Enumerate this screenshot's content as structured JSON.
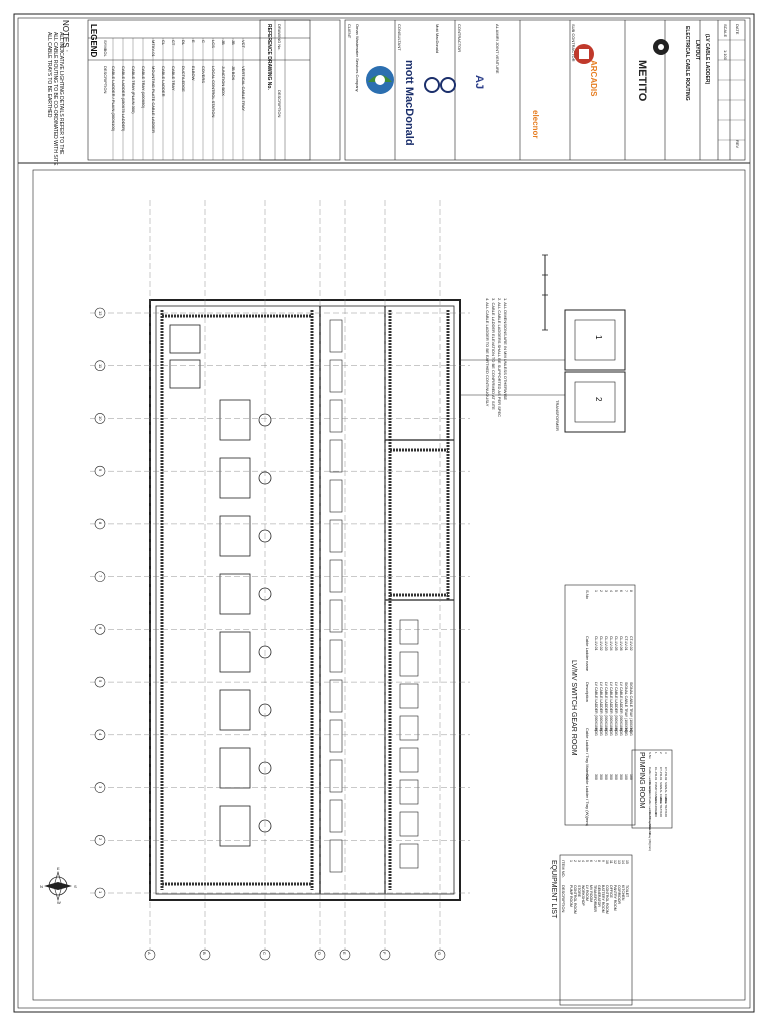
{
  "notes": {
    "title": "NOTES :",
    "lines": [
      "ALL INDICATIVE LIGHTING DETAILS REFER TO THE",
      "ALL CABLE ROUTING TO BE CO-ORDINATED WITH SITE",
      "ALL CABLE TRAYS TO BE EARTHED"
    ]
  },
  "legend": {
    "title": "LEGEND",
    "col_symbol": "SYMBOL",
    "col_description": "DESCRIPTION",
    "rows": [
      {
        "symbol": "",
        "text": "CABLE LADDER / PLAIN (300X100)"
      },
      {
        "symbol": "",
        "text": "CABLE LADDER (150X75 LADDER)"
      },
      {
        "symbol": "",
        "text": "CABLE TRAY (PLAIN 300)"
      },
      {
        "symbol": "",
        "text": "CABLE TRAY (100X50)"
      },
      {
        "symbol": "MTXV-01",
        "text": "MOUNTING PLATE CABLE LADDER"
      },
      {
        "symbol": "CL",
        "text": "CABLE LADDER"
      },
      {
        "symbol": "CT",
        "text": "CABLE TRAY"
      },
      {
        "symbol": "DL",
        "text": "DUCT/LEDGE"
      },
      {
        "symbol": "E",
        "text": "ELBOW"
      },
      {
        "symbol": "C",
        "text": "COVERS"
      },
      {
        "symbol": "LCS",
        "text": "LOCAL CONTROL STATION"
      },
      {
        "symbol": "JB",
        "text": "JUNCTION BOX"
      },
      {
        "symbol": "JB",
        "text": "JB BOX"
      },
      {
        "symbol": "VCT",
        "text": "VERTICAL CABLE TRAY"
      }
    ]
  },
  "reference": {
    "title": "REFERENCE DRAWING No.",
    "col_no": "DRAWING No.",
    "col_desc": "DESCRIPTION"
  },
  "client": {
    "label": "CLIENT",
    "name": "Oman Wastewater Services Company"
  },
  "consultant": {
    "label": "CONSULTANT",
    "name": "Mott MacDonald",
    "logo_text": "mott MacDonald"
  },
  "contractor": {
    "label": "CONTRACTOR",
    "name": "elecnor",
    "logo_text": "AJ",
    "sub": "AL AMIRI JOINT VENTURE"
  },
  "subcontractor": {
    "label": "SUB CONTRACTOR",
    "name": "ARCADIS",
    "name2": "METITO"
  },
  "title_block": {
    "drawing_title_1": "ELECTRICAL CABLE ROUTING",
    "drawing_title_2": "LAYOUT",
    "drawing_title_3": "(LV CABLE LADDER)",
    "scale_label": "SCALE",
    "scale_value": "1:100",
    "date_label": "DATE",
    "rev_label": "REV"
  },
  "rooms": {
    "lv_switchgear_room": "LV/MV SWITCH GEAR ROOM",
    "pumping_room": "PUMPING ROOM",
    "transformer_1": "1",
    "transformer_2": "2",
    "transformer_label": "TRANSFORMER"
  },
  "lv_table": {
    "headers": [
      "S.No",
      "Cable Ladder name",
      "Description",
      "Cable Ladder / Tray Material",
      "Cable Ladder / Tray (W)(mm)"
    ],
    "rows": [
      [
        "1",
        "CL-LV-01",
        "LV CABLE LADDER (300X100)",
        "HDG",
        "300"
      ],
      [
        "2",
        "CL-LV-02",
        "LV CABLE LADDER (300X100)",
        "HDG",
        "300"
      ],
      [
        "3",
        "CL-LV-03",
        "LV CABLE LADDER (300X100)",
        "HDG",
        "300"
      ],
      [
        "4",
        "CL-LV-04",
        "LV CABLE LADDER (300X100)",
        "HDG",
        "300"
      ],
      [
        "5",
        "CL-LV-05",
        "LV CABLE LADDER (300X100)",
        "HDG",
        "300"
      ],
      [
        "6",
        "CL-LV-06",
        "LV CABLE LADDER (300X100)",
        "HDG",
        "300"
      ],
      [
        "7",
        "CT-LV-01",
        "SIGNAL CABLE TRAY (100X50)",
        "HDG",
        "100"
      ],
      [
        "8",
        "CT-LV-02",
        "SIGNAL CABLE TRAY (100X50)",
        "HDG",
        "100"
      ]
    ]
  },
  "pump_table": {
    "headers": [
      "S.No",
      "Cable Ladder name",
      "Description",
      "Cable Ladder / Tray Material",
      "Cable Ladder / Tray (W)(mm)"
    ],
    "rows": [
      [
        "1",
        "CL-PR-01",
        "PUMP CABLE LADDER",
        "HDG",
        "300"
      ],
      [
        "2",
        "CT-PR-01",
        "SIGNAL CABLE TRAY",
        "HDG",
        "100"
      ],
      [
        "3",
        "CT-PR-02",
        "SIGNAL CABLE TRAY",
        "HDG",
        "100"
      ]
    ]
  },
  "equipment_list": {
    "title": "EQUIPMENT LIST",
    "col_item": "ITEM NO.",
    "col_desc": "DESCRIPTION",
    "rows": [
      [
        "1",
        "PUMP ROOM"
      ],
      [
        "2",
        "CONTROL ROOM"
      ],
      [
        "3",
        "STORE"
      ],
      [
        "4",
        "WORKSHOP"
      ],
      [
        "5",
        "LV ROOM"
      ],
      [
        "6",
        "MV ROOM"
      ],
      [
        "7",
        "TRANSFORMER"
      ],
      [
        "8",
        "GENERATOR"
      ],
      [
        "9",
        "BATTERY ROOM"
      ],
      [
        "10",
        "CONTROL ROOM"
      ],
      [
        "11",
        "OFFICE"
      ],
      [
        "12",
        "PANTRY ROOM"
      ],
      [
        "13",
        "CORRIDOR"
      ],
      [
        "14",
        "KITCHEN"
      ],
      [
        "15",
        "TOILET"
      ]
    ]
  },
  "grid": {
    "numbers": [
      "1",
      "2",
      "3",
      "4",
      "5",
      "6",
      "7",
      "8",
      "9",
      "10",
      "11",
      "12"
    ],
    "letters": [
      "A",
      "B",
      "C",
      "D",
      "E",
      "F",
      "G"
    ]
  },
  "north": {
    "n": "N",
    "e": "E",
    "w": "W",
    "s": "S"
  },
  "notes_right": [
    "1. ALL DIMENSIONS ARE IN MM UNLESS OTHERWISE",
    "2. ALL CABLE LADDERS SHALL BE SUPPORTED AS PER SPEC",
    "3. CABLE LADDER ELEVATION TO BE CONFIRMED AT SITE",
    "4. ALL CABLE LADDER TO BE EARTHED CONTINUOUSLY"
  ],
  "colors": {
    "line": "#222222",
    "accent_red": "#c0392b",
    "accent_blue": "#2c6fb0",
    "accent_green": "#3d8b37"
  }
}
